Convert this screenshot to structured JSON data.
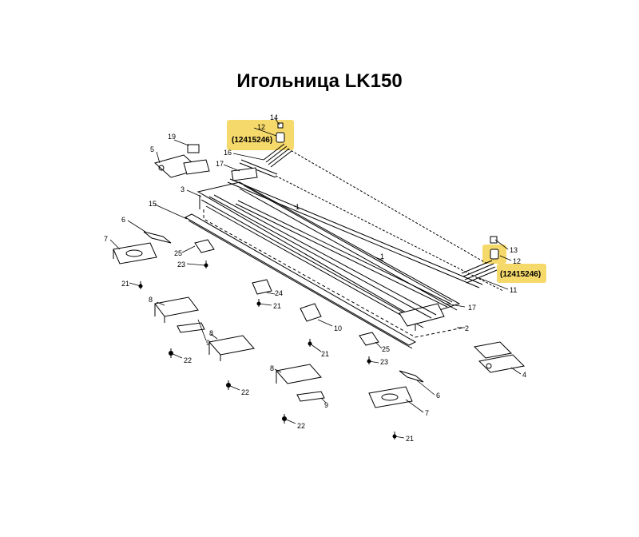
{
  "title": "Игольница LK150",
  "highlight_color": "#f6d96b",
  "callouts": {
    "c1a": "1",
    "c1b": "1",
    "c2": "2",
    "c3": "3",
    "c4": "4",
    "c5": "5",
    "c6a": "6",
    "c6b": "6",
    "c7a": "7",
    "c7b": "7",
    "c8a": "8",
    "c8b": "8",
    "c8c": "8",
    "c9a": "9",
    "c9b": "9",
    "c10": "10",
    "c11": "11",
    "c12a": "12",
    "c12b": "12",
    "c13": "13",
    "c14": "14",
    "c15": "15",
    "c16": "16",
    "c17a": "17",
    "c17b": "17",
    "c19": "19",
    "c21a": "21",
    "c21b": "21",
    "c21c": "21",
    "c21d": "21",
    "c22a": "22",
    "c22b": "22",
    "c22c": "22",
    "c23a": "23",
    "c23b": "23",
    "c24": "24",
    "c25a": "25",
    "c25b": "25"
  },
  "part_numbers": {
    "left": "(12415246)",
    "right": "(12415246)"
  }
}
